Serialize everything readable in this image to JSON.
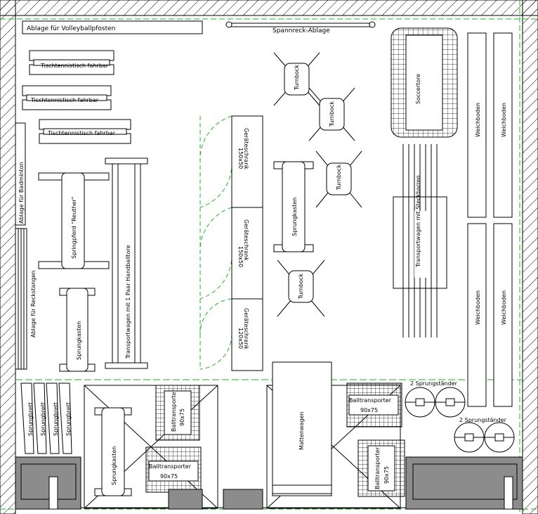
{
  "labels": {
    "ablage_volleyball": "Ablage für Volleyballpfosten",
    "spannreck": "Spannreck-Ablage",
    "tischtennis_1": "Tischtennistisch fahrbar",
    "tischtennis_2": "Tischtennistisch fahrbar",
    "tischtennis_3": "Tischtennistisch fahrbar",
    "ablage_badminton": "Ablage für Badminton",
    "ablage_reckstangen": "Ablage für Reckstangen",
    "springpferd": "Springpferd \"Reuther\"",
    "sprungkasten_1": "Sprungkasten",
    "sprungkasten_2": "Sprungkasten",
    "sprungkasten_3": "Sprungkasten",
    "transportwagen_hand": "Transportwagen mit 1 Paar Handballtore",
    "transportwagen_steck": "Transportwagen mit Steckbarren",
    "geraeteschrank_1": "Geräteschrank",
    "geraeteschrank_1_size": "150x50",
    "geraeteschrank_2": "Geräteschrank",
    "geraeteschrank_2_size": "150x50",
    "geraeteschrank_3": "Geräteschrank",
    "geraeteschrank_3_size": "120x50",
    "turnbock_1": "Turnbock",
    "turnbock_2": "Turnbock",
    "turnbock_3": "Turnbock",
    "turnbock_4": "Turnbock",
    "soccertore": "Soccertore",
    "weichboden_1": "Weichboden",
    "weichboden_2": "Weichboden",
    "weichboden_3": "Weichboden",
    "weichboden_4": "Weichboden",
    "sprungbrett": "Sprungbrett",
    "balltransporter_1": "Balltransporter",
    "balltransporter_1_size": "90x75",
    "balltransporter_2": "Balltransporter",
    "balltransporter_2_size": "90x75",
    "balltransporter_3": "Balltransporter",
    "balltransporter_3_size": "90x75",
    "balltransporter_4": "Balltransporter",
    "balltransporter_4_size": "90x75",
    "mattenwagen": "Mattenwagen",
    "sprungstaender_1": "2 Sprungständer",
    "sprungstaender_2": "2 Sprungständer"
  },
  "colors": {
    "line": "#000000",
    "door_swing": "#1fb41f",
    "concrete": "#8c8c8c",
    "wall_hatch": "#000000"
  }
}
